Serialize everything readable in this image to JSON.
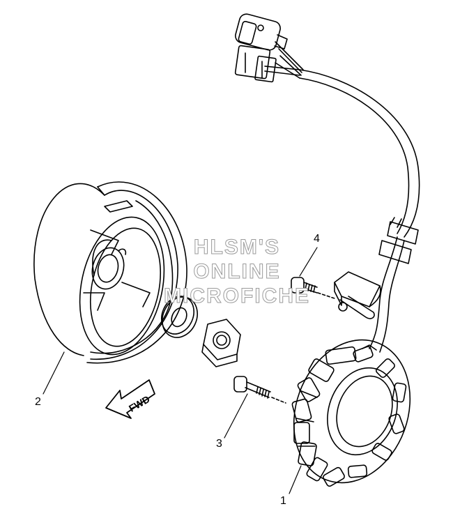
{
  "watermark": {
    "line1": "HLSM'S",
    "line2": "ONLINE",
    "line3": "MICROFICHE"
  },
  "callouts": {
    "part1": "1",
    "part2": "2",
    "part3": "3",
    "part4": "4"
  },
  "direction_label": "FWD",
  "colors": {
    "line": "#000000",
    "background": "#ffffff",
    "watermark_outline": "#9a9a9a"
  }
}
